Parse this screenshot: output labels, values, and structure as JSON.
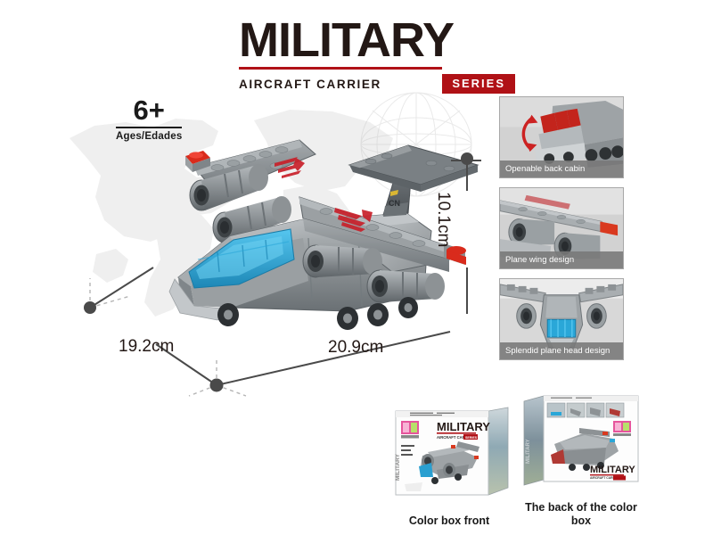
{
  "page": {
    "background_color": "#ffffff",
    "accent_color": "#B01116",
    "ink_color": "#231815"
  },
  "header": {
    "title": "MILITARY",
    "subtitle": "AIRCRAFT CARRIER",
    "series_badge": "SERIES"
  },
  "age_badge": {
    "age": "6+",
    "label": "Ages/Edades"
  },
  "dimensions": {
    "width": "19.2cm",
    "depth": "20.9cm",
    "height": "10.1cm"
  },
  "feature_panels": [
    {
      "caption": "Openable back cabin",
      "icon": "rotate-arrow-icon"
    },
    {
      "caption": "Plane wing design",
      "icon": "wing-icon"
    },
    {
      "caption": "Splendid plane head design",
      "icon": "nose-icon"
    }
  ],
  "packaging": [
    {
      "caption": "Color box front"
    },
    {
      "caption": "The back of the\ncolor box"
    }
  ],
  "product": {
    "name": "Military Aircraft Carrier building block plane",
    "body_color": "#8e9396",
    "shadow_color": "#5e6468",
    "highlight_color": "#b9bec1",
    "canopy_color": "#2aa7d8",
    "marker_color": "#d92b1c",
    "decal_color": "#c8202a"
  }
}
